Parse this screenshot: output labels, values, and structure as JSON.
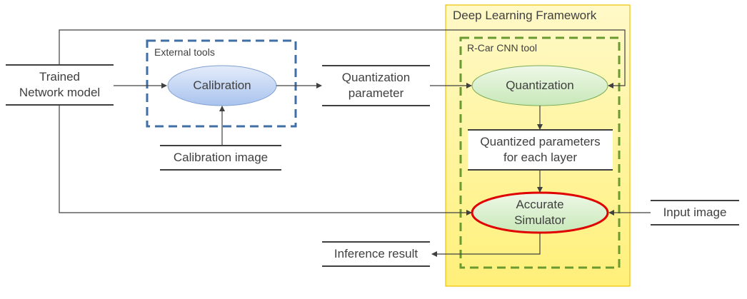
{
  "diagram": {
    "containers": {
      "framework": {
        "label": "Deep Learning Framework",
        "fill": "#fff6b3",
        "border": "#f0c000"
      },
      "cnn_tool": {
        "label": "R-Car CNN tool",
        "border": "#6a9a30"
      },
      "external_tools": {
        "label": "External tools",
        "border": "#3f6fa6"
      }
    },
    "data_nodes": {
      "trained_model": {
        "line1": "Trained",
        "line2": "Network model"
      },
      "calibration_image": {
        "label": "Calibration image"
      },
      "quant_param": {
        "line1": "Quantization",
        "line2": "parameter"
      },
      "quantized_params": {
        "line1": "Quantized parameters",
        "line2": "for each layer"
      },
      "input_image": {
        "label": "Input image"
      },
      "inference_result": {
        "label": "Inference result"
      }
    },
    "process_nodes": {
      "calibration": {
        "label": "Calibration",
        "fill": "#bcd0f0"
      },
      "quantization": {
        "label": "Quantization",
        "fill": "#d8efcc"
      },
      "simulator": {
        "line1": "Accurate",
        "line2": "Simulator",
        "fill": "#d8efcc",
        "highlight": "#e00000"
      }
    }
  }
}
